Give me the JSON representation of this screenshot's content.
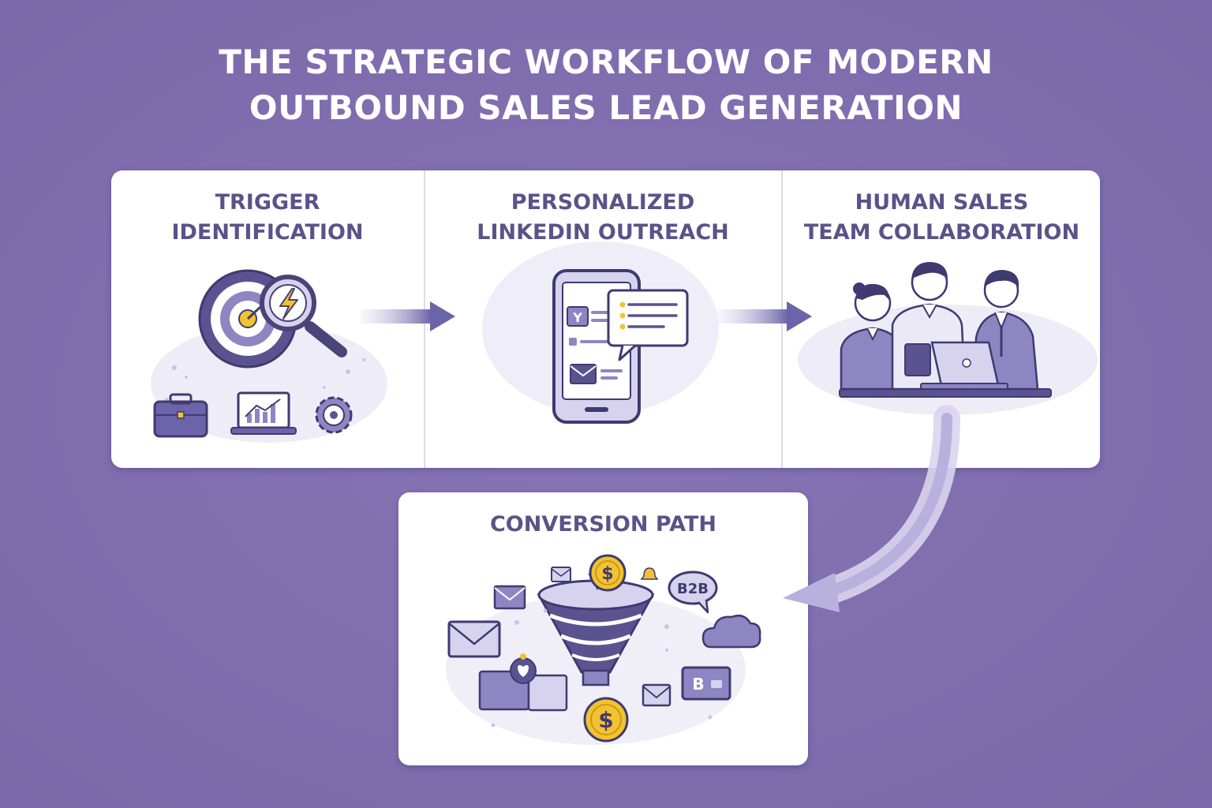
{
  "title": {
    "line1": "THE STRATEGIC WORKFLOW OF MODERN",
    "line2": "OUTBOUND SALES LEAD GENERATION"
  },
  "steps": [
    {
      "line1": "TRIGGER",
      "line2": "IDENTIFICATION"
    },
    {
      "line1": "PERSONALIZED",
      "line2": "LINKEDIN OUTREACH"
    },
    {
      "line1": "HUMAN SALES",
      "line2": "TEAM COLLABORATION"
    },
    {
      "line1": "CONVERSION PATH"
    }
  ],
  "labels": {
    "b2b": "B2B",
    "b_tag": "B",
    "dollar": "$",
    "profile_letter": "Y"
  },
  "colors": {
    "background": "#8270b0",
    "panel": "#ffffff",
    "ink": "#4a4478",
    "heading": "#5a5388",
    "accent_light": "#c9c4e4",
    "accent_mid": "#8d86c2",
    "gold": "#f2c230"
  },
  "icons": [
    "target-icon",
    "magnifier-icon",
    "lightning-icon",
    "briefcase-icon",
    "laptop-chart-icon",
    "gear-badge-icon",
    "smartphone-icon",
    "chat-bubble-icon",
    "envelope-icon",
    "team-people-icon",
    "laptop-icon",
    "funnel-icon",
    "dollar-coin-icon",
    "cloud-icon",
    "bell-icon"
  ]
}
